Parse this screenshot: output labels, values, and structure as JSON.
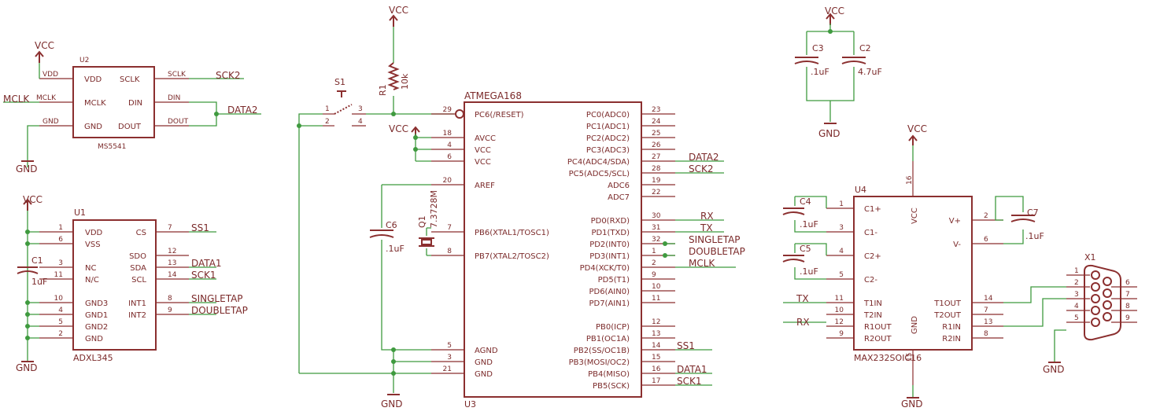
{
  "schematic": {
    "power": {
      "vcc": "VCC",
      "gnd": "GND"
    },
    "u2": {
      "ref": "U2",
      "value": "MS5541",
      "pins_left": [
        "VDD",
        "MCLK",
        "GND"
      ],
      "pins_right": [
        "SCLK",
        "DIN",
        "DOUT"
      ],
      "nets": {
        "vdd": "VDD",
        "mclk_net": "MCLK",
        "mclk_pin": "MCLK",
        "gnd": "GND",
        "sclk": "SCLK",
        "din": "DIN",
        "dout": "DOUT",
        "sck2": "SCK2",
        "data2": "DATA2"
      }
    },
    "u1": {
      "ref": "U1",
      "value": "ADXL345",
      "pins_left": [
        {
          "num": "1",
          "name": "VDD"
        },
        {
          "num": "6",
          "name": "VSS"
        },
        {
          "num": "3",
          "name": "NC"
        },
        {
          "num": "11",
          "name": "N/C"
        },
        {
          "num": "10",
          "name": "GND3"
        },
        {
          "num": "4",
          "name": "GND1"
        },
        {
          "num": "5",
          "name": "GND2"
        },
        {
          "num": "2",
          "name": "GND"
        }
      ],
      "pins_right": [
        {
          "num": "7",
          "name": "CS",
          "net": "SS1"
        },
        {
          "num": "12",
          "name": "SDO",
          "net": ""
        },
        {
          "num": "13",
          "name": "SDA",
          "net": "DATA1"
        },
        {
          "num": "14",
          "name": "SCL",
          "net": "SCK1"
        },
        {
          "num": "8",
          "name": "INT1",
          "net": "SINGLETAP"
        },
        {
          "num": "9",
          "name": "INT2",
          "net": "DOUBLETAP"
        }
      ],
      "c1": {
        "ref": "C1",
        "value": "1uF"
      }
    },
    "s1": {
      "ref": "S1",
      "pins": [
        "1",
        "2",
        "3",
        "4"
      ]
    },
    "r1": {
      "ref": "R1",
      "value": "10k"
    },
    "c6": {
      "ref": "C6",
      "value": ".1uF"
    },
    "q1": {
      "ref": "Q1",
      "value": "7.3728M"
    },
    "u3": {
      "ref": "U3",
      "value": "ATMEGA168",
      "pins_left": [
        {
          "num": "29",
          "name": "PC6(/RESET)"
        },
        {
          "num": "18",
          "name": "AVCC"
        },
        {
          "num": "4",
          "name": "VCC"
        },
        {
          "num": "6",
          "name": "VCC"
        },
        {
          "num": "20",
          "name": "AREF"
        },
        {
          "num": "7",
          "name": "PB6(XTAL1/TOSC1)"
        },
        {
          "num": "8",
          "name": "PB7(XTAL2/TOSC2)"
        },
        {
          "num": "5",
          "name": "AGND"
        },
        {
          "num": "3",
          "name": "GND"
        },
        {
          "num": "21",
          "name": "GND"
        }
      ],
      "pins_right": [
        {
          "num": "23",
          "name": "PC0(ADC0)",
          "net": ""
        },
        {
          "num": "24",
          "name": "PC1(ADC1)",
          "net": ""
        },
        {
          "num": "25",
          "name": "PC2(ADC2)",
          "net": ""
        },
        {
          "num": "26",
          "name": "PC3(ADC3)",
          "net": ""
        },
        {
          "num": "27",
          "name": "PC4(ADC4/SDA)",
          "net": "DATA2"
        },
        {
          "num": "28",
          "name": "PC5(ADC5/SCL)",
          "net": "SCK2"
        },
        {
          "num": "19",
          "name": "ADC6",
          "net": ""
        },
        {
          "num": "22",
          "name": "ADC7",
          "net": ""
        },
        {
          "num": "30",
          "name": "PD0(RXD)",
          "net": "RX"
        },
        {
          "num": "31",
          "name": "PD1(TXD)",
          "net": "TX"
        },
        {
          "num": "32",
          "name": "PD2(INT0)",
          "net": "SINGLETAP"
        },
        {
          "num": "1",
          "name": "PD3(INT1)",
          "net": "DOUBLETAP"
        },
        {
          "num": "2",
          "name": "PD4(XCK/T0)",
          "net": "MCLK"
        },
        {
          "num": "9",
          "name": "PD5(T1)",
          "net": ""
        },
        {
          "num": "10",
          "name": "PD6(AIN0)",
          "net": ""
        },
        {
          "num": "11",
          "name": "PD7(AIN1)",
          "net": ""
        },
        {
          "num": "12",
          "name": "PB0(ICP)",
          "net": ""
        },
        {
          "num": "13",
          "name": "PB1(OC1A)",
          "net": ""
        },
        {
          "num": "14",
          "name": "PB2(SS/OC1B)",
          "net": "SS1"
        },
        {
          "num": "15",
          "name": "PB3(MOSI/OC2)",
          "net": ""
        },
        {
          "num": "16",
          "name": "PB4(MISO)",
          "net": "DATA1"
        },
        {
          "num": "17",
          "name": "PB5(SCK)",
          "net": "SCK1"
        }
      ]
    },
    "c3": {
      "ref": "C3",
      "value": ".1uF"
    },
    "c2": {
      "ref": "C2",
      "value": "4.7uF"
    },
    "u4": {
      "ref": "U4",
      "value": "MAX232SOIC16",
      "pins_left": [
        {
          "num": "1",
          "name": "C1+"
        },
        {
          "num": "3",
          "name": "C1-"
        },
        {
          "num": "4",
          "name": "C2+"
        },
        {
          "num": "5",
          "name": "C2-"
        },
        {
          "num": "11",
          "name": "T1IN"
        },
        {
          "num": "10",
          "name": "T2IN"
        },
        {
          "num": "12",
          "name": "R1OUT"
        },
        {
          "num": "9",
          "name": "R2OUT"
        }
      ],
      "pins_right": [
        {
          "num": "2",
          "name": "V+"
        },
        {
          "num": "6",
          "name": "V-"
        },
        {
          "num": "14",
          "name": "T1OUT"
        },
        {
          "num": "7",
          "name": "T2OUT"
        },
        {
          "num": "13",
          "name": "R1IN"
        },
        {
          "num": "8",
          "name": "R2IN"
        }
      ],
      "vcc_pin": {
        "num": "16",
        "name": "VCC"
      },
      "gnd_pin": {
        "num": "15",
        "name": "GND"
      },
      "nets": {
        "tx": "TX",
        "rx": "RX"
      }
    },
    "c4": {
      "ref": "C4",
      "value": ".1uF"
    },
    "c5": {
      "ref": "C5",
      "value": ".1uF"
    },
    "c7": {
      "ref": "C7",
      "value": ".1uF"
    },
    "x1": {
      "ref": "X1",
      "pins_left": [
        "1",
        "2",
        "3",
        "4",
        "5"
      ],
      "pins_right": [
        "6",
        "7",
        "8",
        "9"
      ]
    }
  }
}
